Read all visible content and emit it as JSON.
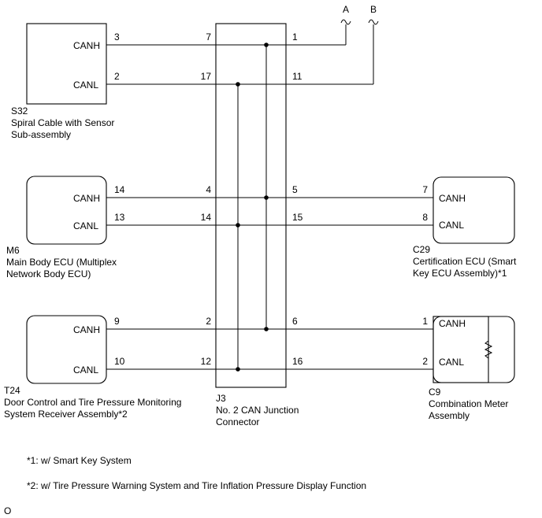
{
  "connectors": {
    "s32": {
      "code": "S32",
      "name_lines": [
        "Spiral Cable with Sensor",
        "Sub-assembly"
      ]
    },
    "m6": {
      "code": "M6",
      "name_lines": [
        "Main Body ECU (Multiplex",
        "Network Body ECU)"
      ]
    },
    "t24": {
      "code": "T24",
      "name_lines": [
        "Door Control and Tire Pressure Monitoring",
        "System Receiver Assembly*2"
      ]
    },
    "j3": {
      "code": "J3",
      "name_lines": [
        "No. 2 CAN Junction",
        "Connector"
      ]
    },
    "c29": {
      "code": "C29",
      "name_lines": [
        "Certification ECU (Smart",
        "Key ECU Assembly)*1"
      ]
    },
    "c9": {
      "code": "C9",
      "name_lines": [
        "Combination Meter",
        "Assembly"
      ]
    }
  },
  "signals": {
    "canh": "CANH",
    "canl": "CANL"
  },
  "pins": {
    "s32_canh": "3",
    "s32_canl": "2",
    "m6_canh": "14",
    "m6_canl": "13",
    "t24_canh": "9",
    "t24_canl": "10",
    "j3_left_1": "7",
    "j3_left_2": "17",
    "j3_left_3": "4",
    "j3_left_4": "14",
    "j3_left_5": "2",
    "j3_left_6": "12",
    "j3_right_1": "1",
    "j3_right_2": "11",
    "j3_right_3": "5",
    "j3_right_4": "15",
    "j3_right_5": "6",
    "j3_right_6": "16",
    "c29_canh": "7",
    "c29_canl": "8",
    "c9_canh": "1",
    "c9_canl": "2"
  },
  "links": {
    "a": "A",
    "b": "B"
  },
  "notes": {
    "note1": "*1: w/ Smart Key System",
    "note2": "*2: w/ Tire Pressure Warning System and Tire Inflation Pressure Display Function"
  },
  "footer": {
    "mark": "O"
  }
}
